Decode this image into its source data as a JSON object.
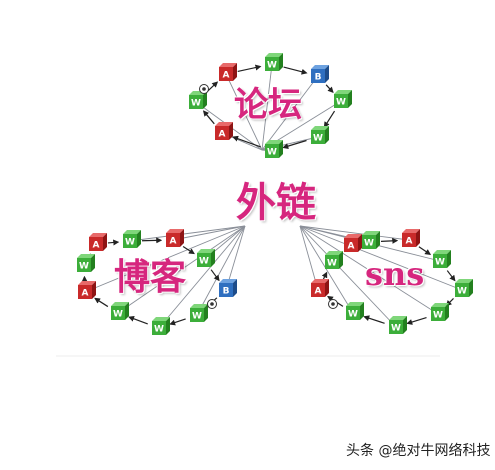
{
  "labels": {
    "center": "外链",
    "forum": "论坛",
    "blog": "博客",
    "sns": "sns"
  },
  "watermark": "头条 @绝对牛网络科技",
  "colors": {
    "label": "#d6267e",
    "node_w": "#3cae3a",
    "node_a": "#c92a2a",
    "node_b": "#2f6fc0",
    "spoke": "#8a8f98",
    "arrow": "#222222"
  },
  "node_letters": {
    "w": "W",
    "a": "A",
    "b": "B"
  },
  "clusters": [
    {
      "name": "forum",
      "nodes": [
        "w",
        "b",
        "w",
        "w",
        "w",
        "a",
        "w",
        "a"
      ]
    },
    {
      "name": "blog",
      "nodes": [
        "w",
        "a",
        "w",
        "b",
        "w",
        "w",
        "w",
        "a",
        "w",
        "a"
      ]
    },
    {
      "name": "sns",
      "nodes": [
        "w",
        "a",
        "w",
        "w",
        "w",
        "w",
        "w",
        "a",
        "w",
        "a"
      ]
    }
  ]
}
